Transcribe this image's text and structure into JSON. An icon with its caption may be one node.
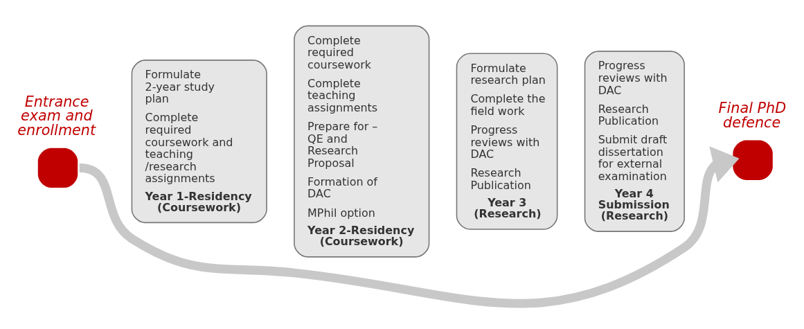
{
  "diagram": {
    "nodes": [
      {
        "text": [
          "Entrance exam and enrollment"
        ]
      },
      {
        "text": [
          "Formulate 2-year study plan",
          "Complete required coursework and teaching /research assignments",
          "Year 1-Residency (Coursework)"
        ]
      },
      {
        "text": [
          "Complete required coursework",
          "Complete teaching assignments",
          "Prepare for – QE and Research Proposal",
          "Formation of DAC",
          "MPhil option",
          "Year 2-Residency (Coursework)"
        ]
      },
      {
        "text": [
          "Formulate research plan",
          "Complete the field work",
          "Progress reviews with DAC",
          "Research Publication",
          "Year 3 (Research)"
        ]
      },
      {
        "text": [
          "Progress reviews with DAC",
          "Research Publication",
          "Submit draft dissertation for external examination",
          "Year 4 Submission (Research)"
        ]
      },
      {
        "text": [
          "Final PhD defence"
        ]
      }
    ],
    "edges": [
      {
        "from": 0,
        "to": 5,
        "arrow": "to"
      }
    ]
  }
}
